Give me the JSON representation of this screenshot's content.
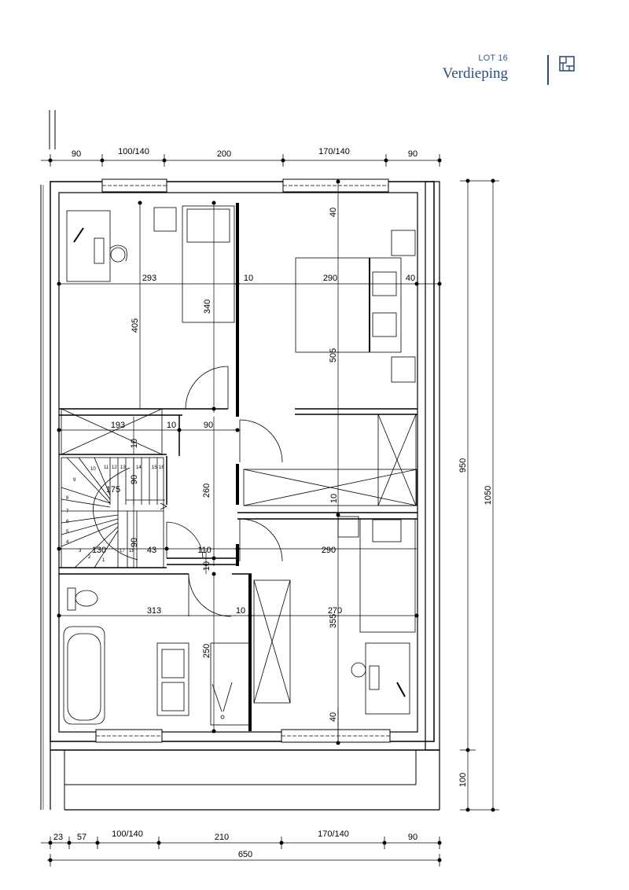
{
  "header": {
    "lot_label": "LOT 16",
    "title": "Verdieping",
    "logo_icon": "floor-plan-icon",
    "accent_color": "#2f4d7a"
  },
  "plan": {
    "top_dimensions": [
      "90",
      "100/140",
      "200",
      "170/140",
      "90"
    ],
    "bottom_dimensions": [
      "23",
      "57",
      "100/140",
      "210",
      "170/140",
      "90"
    ],
    "total_width": "650",
    "right_dimensions": [
      "950",
      "100",
      "1050"
    ],
    "room_labels": {
      "r293": "293",
      "r405": "405",
      "r340": "340",
      "r10a": "10",
      "r290a": "290",
      "r40a": "40",
      "r40top": "40",
      "r505": "505",
      "r193": "193",
      "r10b": "10",
      "r90a": "90",
      "r10c": "10",
      "r175": "175",
      "r90b": "90",
      "r260": "260",
      "r10d": "10",
      "r130": "130",
      "r90c": "90",
      "r43": "43",
      "r110": "110",
      "r290b": "290",
      "r10e": "10",
      "r313": "313",
      "r10f": "10",
      "r270": "270",
      "r250": "250",
      "r355": "355",
      "r40b": "40"
    },
    "stair_steps": [
      "9",
      "10",
      "11",
      "12",
      "13",
      "14",
      "15",
      "16",
      "8",
      "7",
      "6",
      "5",
      "4",
      "3",
      "2",
      "1",
      "17",
      "18"
    ]
  }
}
